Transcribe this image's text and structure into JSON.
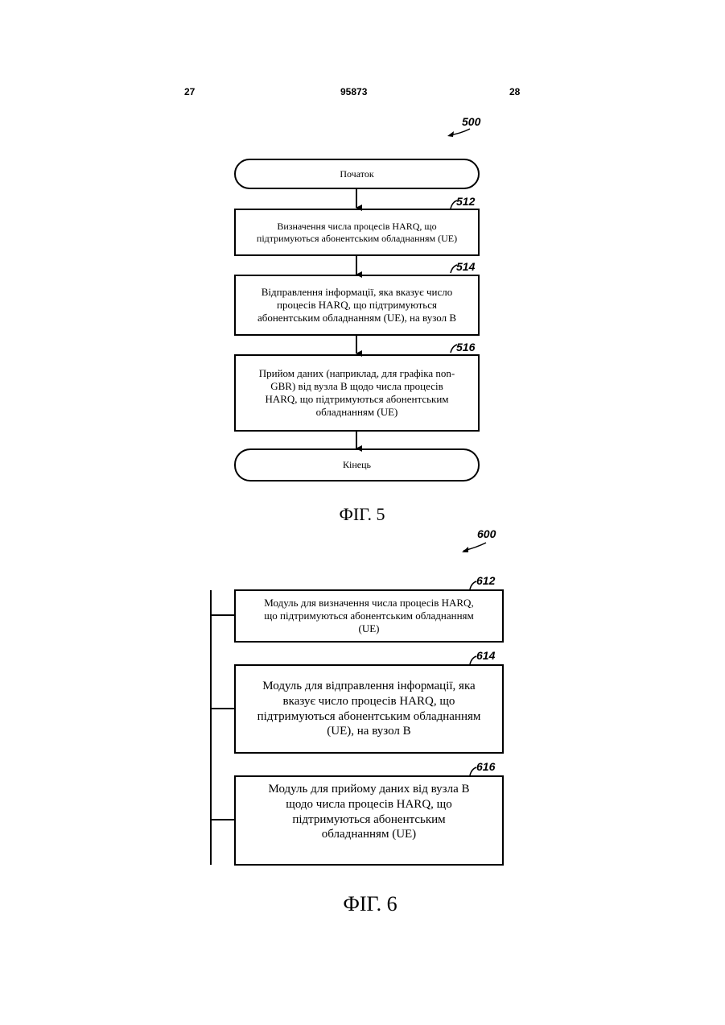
{
  "header": {
    "page_left": "27",
    "patent_number": "95873",
    "page_right": "28"
  },
  "fig5": {
    "ref_main": "500",
    "start_label": "Початок",
    "end_label": "Кінець",
    "steps": [
      {
        "ref": "512",
        "text": "Визначення числа процесів HARQ, що\nпідтримуються абонентським обладнанням (UE)"
      },
      {
        "ref": "514",
        "text": "Відправлення інформації, яка вказує число\nпроцесів HARQ, що підтримуються\nабонентським обладнанням (UE), на вузол В"
      },
      {
        "ref": "516",
        "text": "Прийом даних (наприклад, для графіка non-\nGBR) від вузла В щодо числа процесів\nHARQ, що підтримуються абонентським\nобладнанням (UE)"
      }
    ],
    "caption": "ФІГ. 5"
  },
  "fig6": {
    "ref_main": "600",
    "modules": [
      {
        "ref": "612",
        "text": "Модуль для визначення числа процесів HARQ,\nщо підтримуються абонентським обладнанням\n(UE)"
      },
      {
        "ref": "614",
        "text": "Модуль для відправлення інформації, яка\nвказує число процесів HARQ, що\nпідтримуються абонентським обладнанням\n(UE), на вузол В"
      },
      {
        "ref": "616",
        "text": "Модуль для прийому даних від вузла В\nщодо числа процесів HARQ, що\nпідтримуються абонентським\nобладнанням (UE)"
      }
    ],
    "caption": "ФІГ. 6"
  }
}
